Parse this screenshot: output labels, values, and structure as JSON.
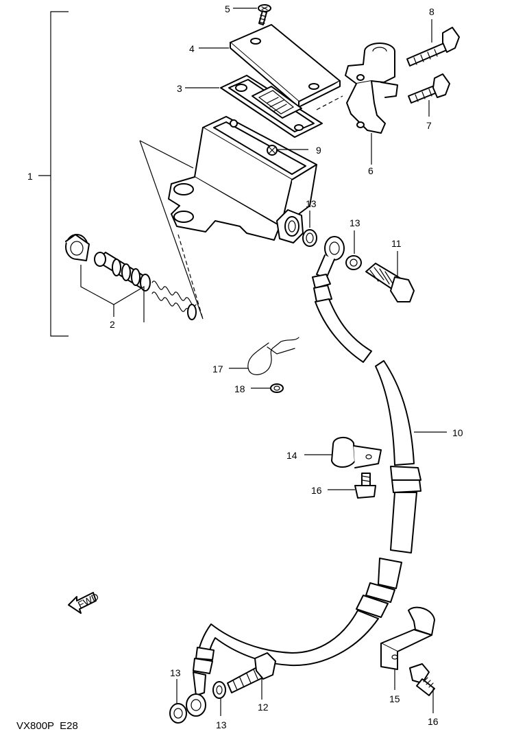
{
  "diagram_code": "VX800P  E28",
  "fwd_label": "FWD",
  "callouts": [
    {
      "id": "c1",
      "number": "1"
    },
    {
      "id": "c2",
      "number": "2"
    },
    {
      "id": "c3",
      "number": "3"
    },
    {
      "id": "c4",
      "number": "4"
    },
    {
      "id": "c5",
      "number": "5"
    },
    {
      "id": "c6",
      "number": "6"
    },
    {
      "id": "c7",
      "number": "7"
    },
    {
      "id": "c8",
      "number": "8"
    },
    {
      "id": "c9",
      "number": "9"
    },
    {
      "id": "c10",
      "number": "10"
    },
    {
      "id": "c11",
      "number": "11"
    },
    {
      "id": "c12",
      "number": "12"
    },
    {
      "id": "c13a",
      "number": "13"
    },
    {
      "id": "c13b",
      "number": "13"
    },
    {
      "id": "c13c",
      "number": "13"
    },
    {
      "id": "c13d",
      "number": "13"
    },
    {
      "id": "c14",
      "number": "14"
    },
    {
      "id": "c15",
      "number": "15"
    },
    {
      "id": "c16a",
      "number": "16"
    },
    {
      "id": "c16b",
      "number": "16"
    },
    {
      "id": "c17",
      "number": "17"
    },
    {
      "id": "c18",
      "number": "18"
    }
  ]
}
